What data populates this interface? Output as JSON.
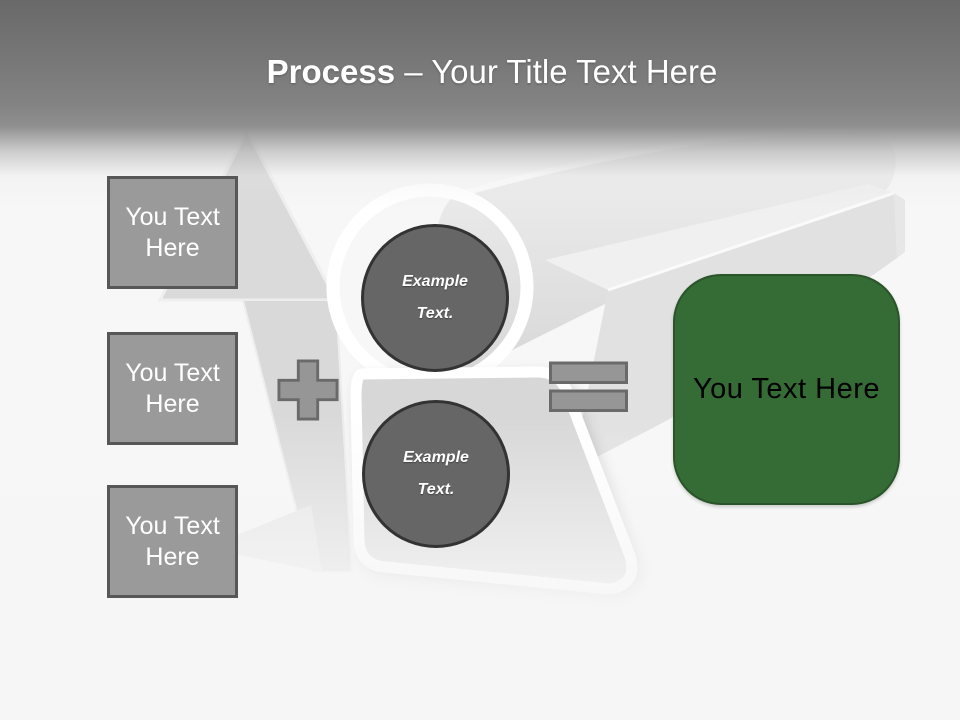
{
  "slide_title": {
    "emphasis": "Process",
    "rest": " – Your Title Text Here"
  },
  "left_column": {
    "boxes": [
      {
        "label": "You Text Here"
      },
      {
        "label": "You Text Here"
      },
      {
        "label": "You Text Here"
      }
    ]
  },
  "center": {
    "operators": [
      {
        "name": "plus"
      },
      {
        "name": "equals"
      }
    ],
    "circles": [
      {
        "label": "Example Text."
      },
      {
        "label": "Example Text."
      }
    ]
  },
  "result": {
    "label": "You Text Here"
  },
  "colors": {
    "header_top": "#696969",
    "header_mid": "#8f8f8f",
    "title_text": "#ffffff",
    "box_fill": "#9a9a9a",
    "box_border": "#575757",
    "box_text": "#ffffff",
    "circle_fill": "#666666",
    "circle_border": "#333333",
    "circle_text": "#ffffff",
    "operator_fill": "#969696",
    "operator_border": "#6a6a6a",
    "result_fill": "#356b34",
    "result_border": "#2a5429",
    "result_text": "#000000"
  }
}
